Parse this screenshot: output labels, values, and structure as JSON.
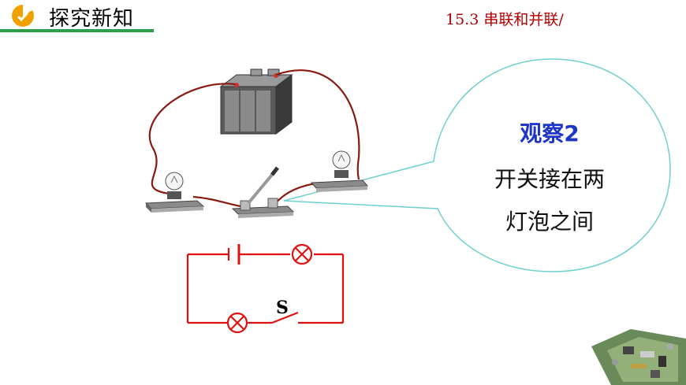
{
  "header": {
    "title": "探究新知"
  },
  "section": {
    "label": "15.3  串联和并联/"
  },
  "bubble": {
    "title": "观察2",
    "line1": "开关接在两",
    "line2": "灯泡之间"
  },
  "schematic": {
    "switch_label": "S"
  },
  "colors": {
    "header_accent": "#f0a000",
    "header_line": "#2e9e48",
    "section_text": "#b30000",
    "bubble_title": "#1f35c9",
    "bubble_border": "#6fd0d0",
    "circuit_wire": "#e01010",
    "real_wire": "#8a1a10"
  }
}
